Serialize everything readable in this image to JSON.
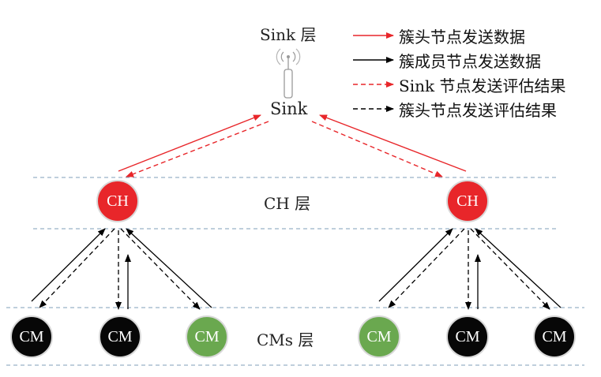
{
  "sink": {
    "layer_label": "Sink 层",
    "node_label": "Sink",
    "icon": "antenna-tower-icon"
  },
  "layers": {
    "ch": "CH 层",
    "cms": "CMs 层"
  },
  "legend": [
    {
      "text": "簇头节点发送数据",
      "color": "#e8262a",
      "style": "solid"
    },
    {
      "text": "簇成员节点发送数据",
      "color": "#000000",
      "style": "solid"
    },
    {
      "text": "Sink 节点发送评估结果",
      "color": "#e8262a",
      "style": "dashed"
    },
    {
      "text": "簇头节点发送评估结果",
      "color": "#000000",
      "style": "dashed"
    }
  ],
  "nodes": {
    "ch_left": "CH",
    "ch_right": "CH",
    "cm": [
      "CM",
      "CM",
      "CM",
      "CM",
      "CM",
      "CM"
    ]
  },
  "colors": {
    "ch_node": "#e8262a",
    "cm_normal": "#070707",
    "cm_green": "#6aa84f",
    "layer_line": "#7f9fba"
  }
}
